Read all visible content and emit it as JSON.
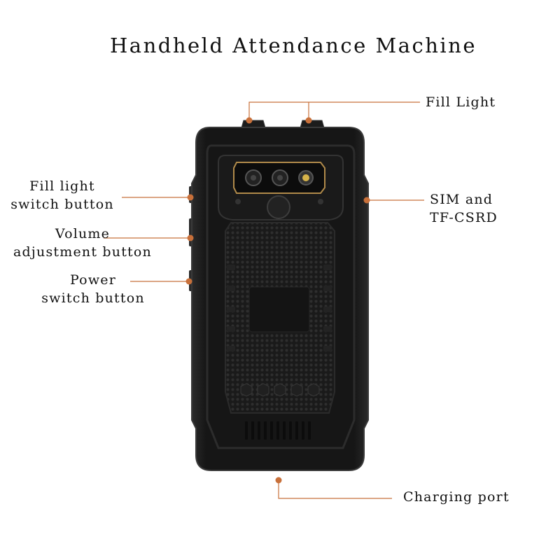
{
  "title": "Handheld Attendance Machine",
  "colors": {
    "callout": "#c8703a",
    "device_body": "#1b1b1b",
    "device_edge": "#3a3a3a",
    "camera_trim": "#b08a4a",
    "text": "#111111",
    "background": "#ffffff"
  },
  "callouts": {
    "fill_light": {
      "lines": [
        "Fill Light"
      ]
    },
    "sim_tf": {
      "lines": [
        "SIM and",
        "TF-CSRD"
      ]
    },
    "fill_light_switch": {
      "lines": [
        "Fill light",
        "switch button"
      ]
    },
    "volume": {
      "lines": [
        "Volume",
        "adjustment button"
      ]
    },
    "power": {
      "lines": [
        "Power",
        "switch button"
      ]
    },
    "charging_port": {
      "lines": [
        "Charging port"
      ]
    }
  }
}
